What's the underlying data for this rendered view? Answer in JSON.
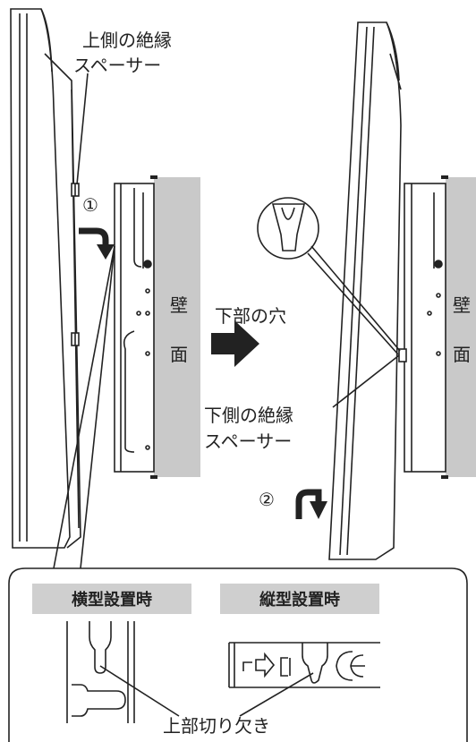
{
  "labels": {
    "upper_spacer_line1": "上側の絶縁",
    "upper_spacer_line2": "スペーサー",
    "step1": "①",
    "wall_char1": "壁",
    "wall_char2": "面",
    "lower_hole": "下部の穴",
    "lower_spacer_line1": "下側の絶縁",
    "lower_spacer_line2": "スペーサー",
    "step2": "②",
    "landscape_header": "横型設置時",
    "portrait_header": "縦型設置時",
    "upper_notch": "上部切り欠き"
  },
  "colors": {
    "wall_gray": "#c9c9c9",
    "header_gray": "#cfcfcf",
    "line": "#222222"
  }
}
